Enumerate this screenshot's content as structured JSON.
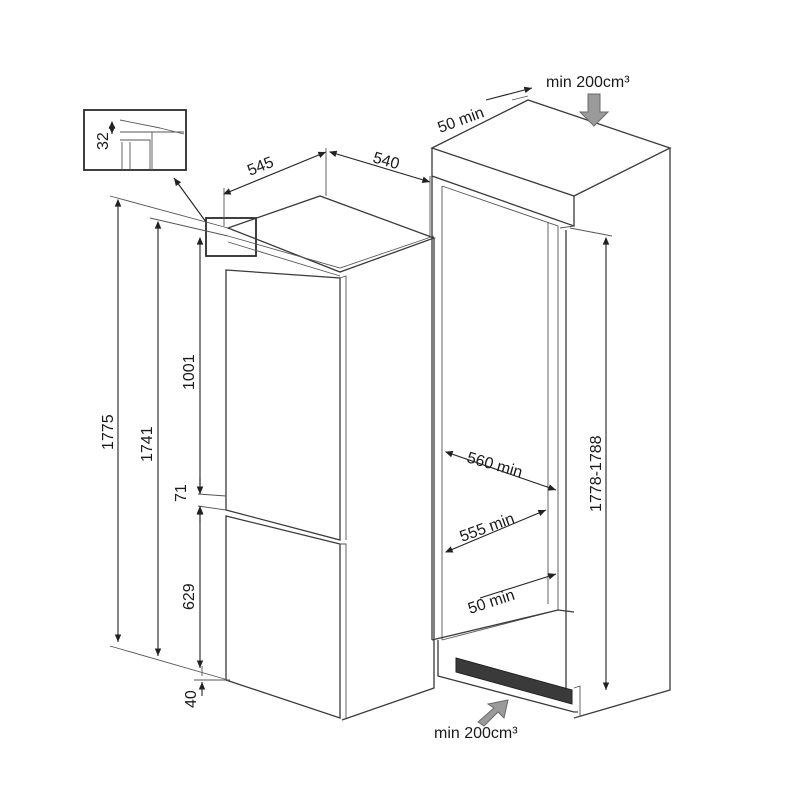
{
  "dimensions": {
    "detail_gap": "32",
    "depth_appliance": "545",
    "width_appliance": "540",
    "height_total": "1775",
    "height_body": "1741",
    "height_upper_door": "1001",
    "door_gap": "71",
    "height_lower_door": "629",
    "plinth": "40",
    "niche_rear_gap": "50 min",
    "niche_height": "1778-1788",
    "niche_depth": "560 min",
    "niche_width": "555 min",
    "niche_bottom_gap": "50 min"
  },
  "ventilation": {
    "top": "min 200cm³",
    "bottom": "min 200cm³"
  }
}
